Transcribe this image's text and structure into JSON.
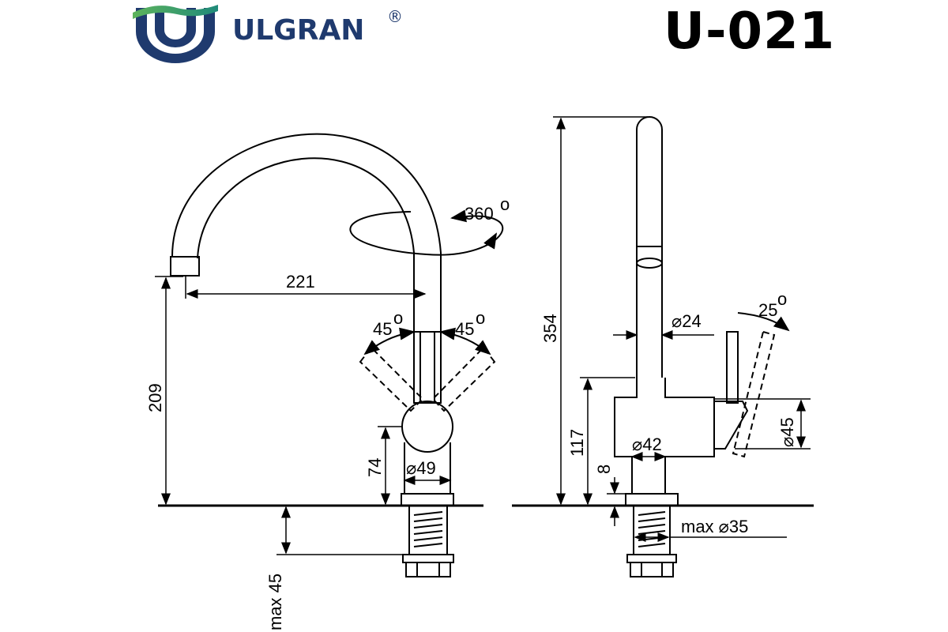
{
  "brand": {
    "name": "ULGRAN",
    "registered": "®",
    "colors": {
      "navy": "#1f3a6e",
      "teal": "#1f8a7a",
      "green": "#5db35b"
    }
  },
  "model": "U-021",
  "dimensions": {
    "swivel": "360",
    "reach": "221",
    "tilt_left": "45",
    "tilt_right": "45",
    "height_spout": "209",
    "height_body": "74",
    "body_diameter": "⌀49",
    "mount_depth": "max 45",
    "overall_height": "354",
    "spout_diameter": "⌀24",
    "lever_angle": "25",
    "side_height": "117",
    "base_diameter": "⌀42",
    "base_height": "8",
    "handle_diameter": "⌀45",
    "hole_diameter": "max ⌀35"
  }
}
